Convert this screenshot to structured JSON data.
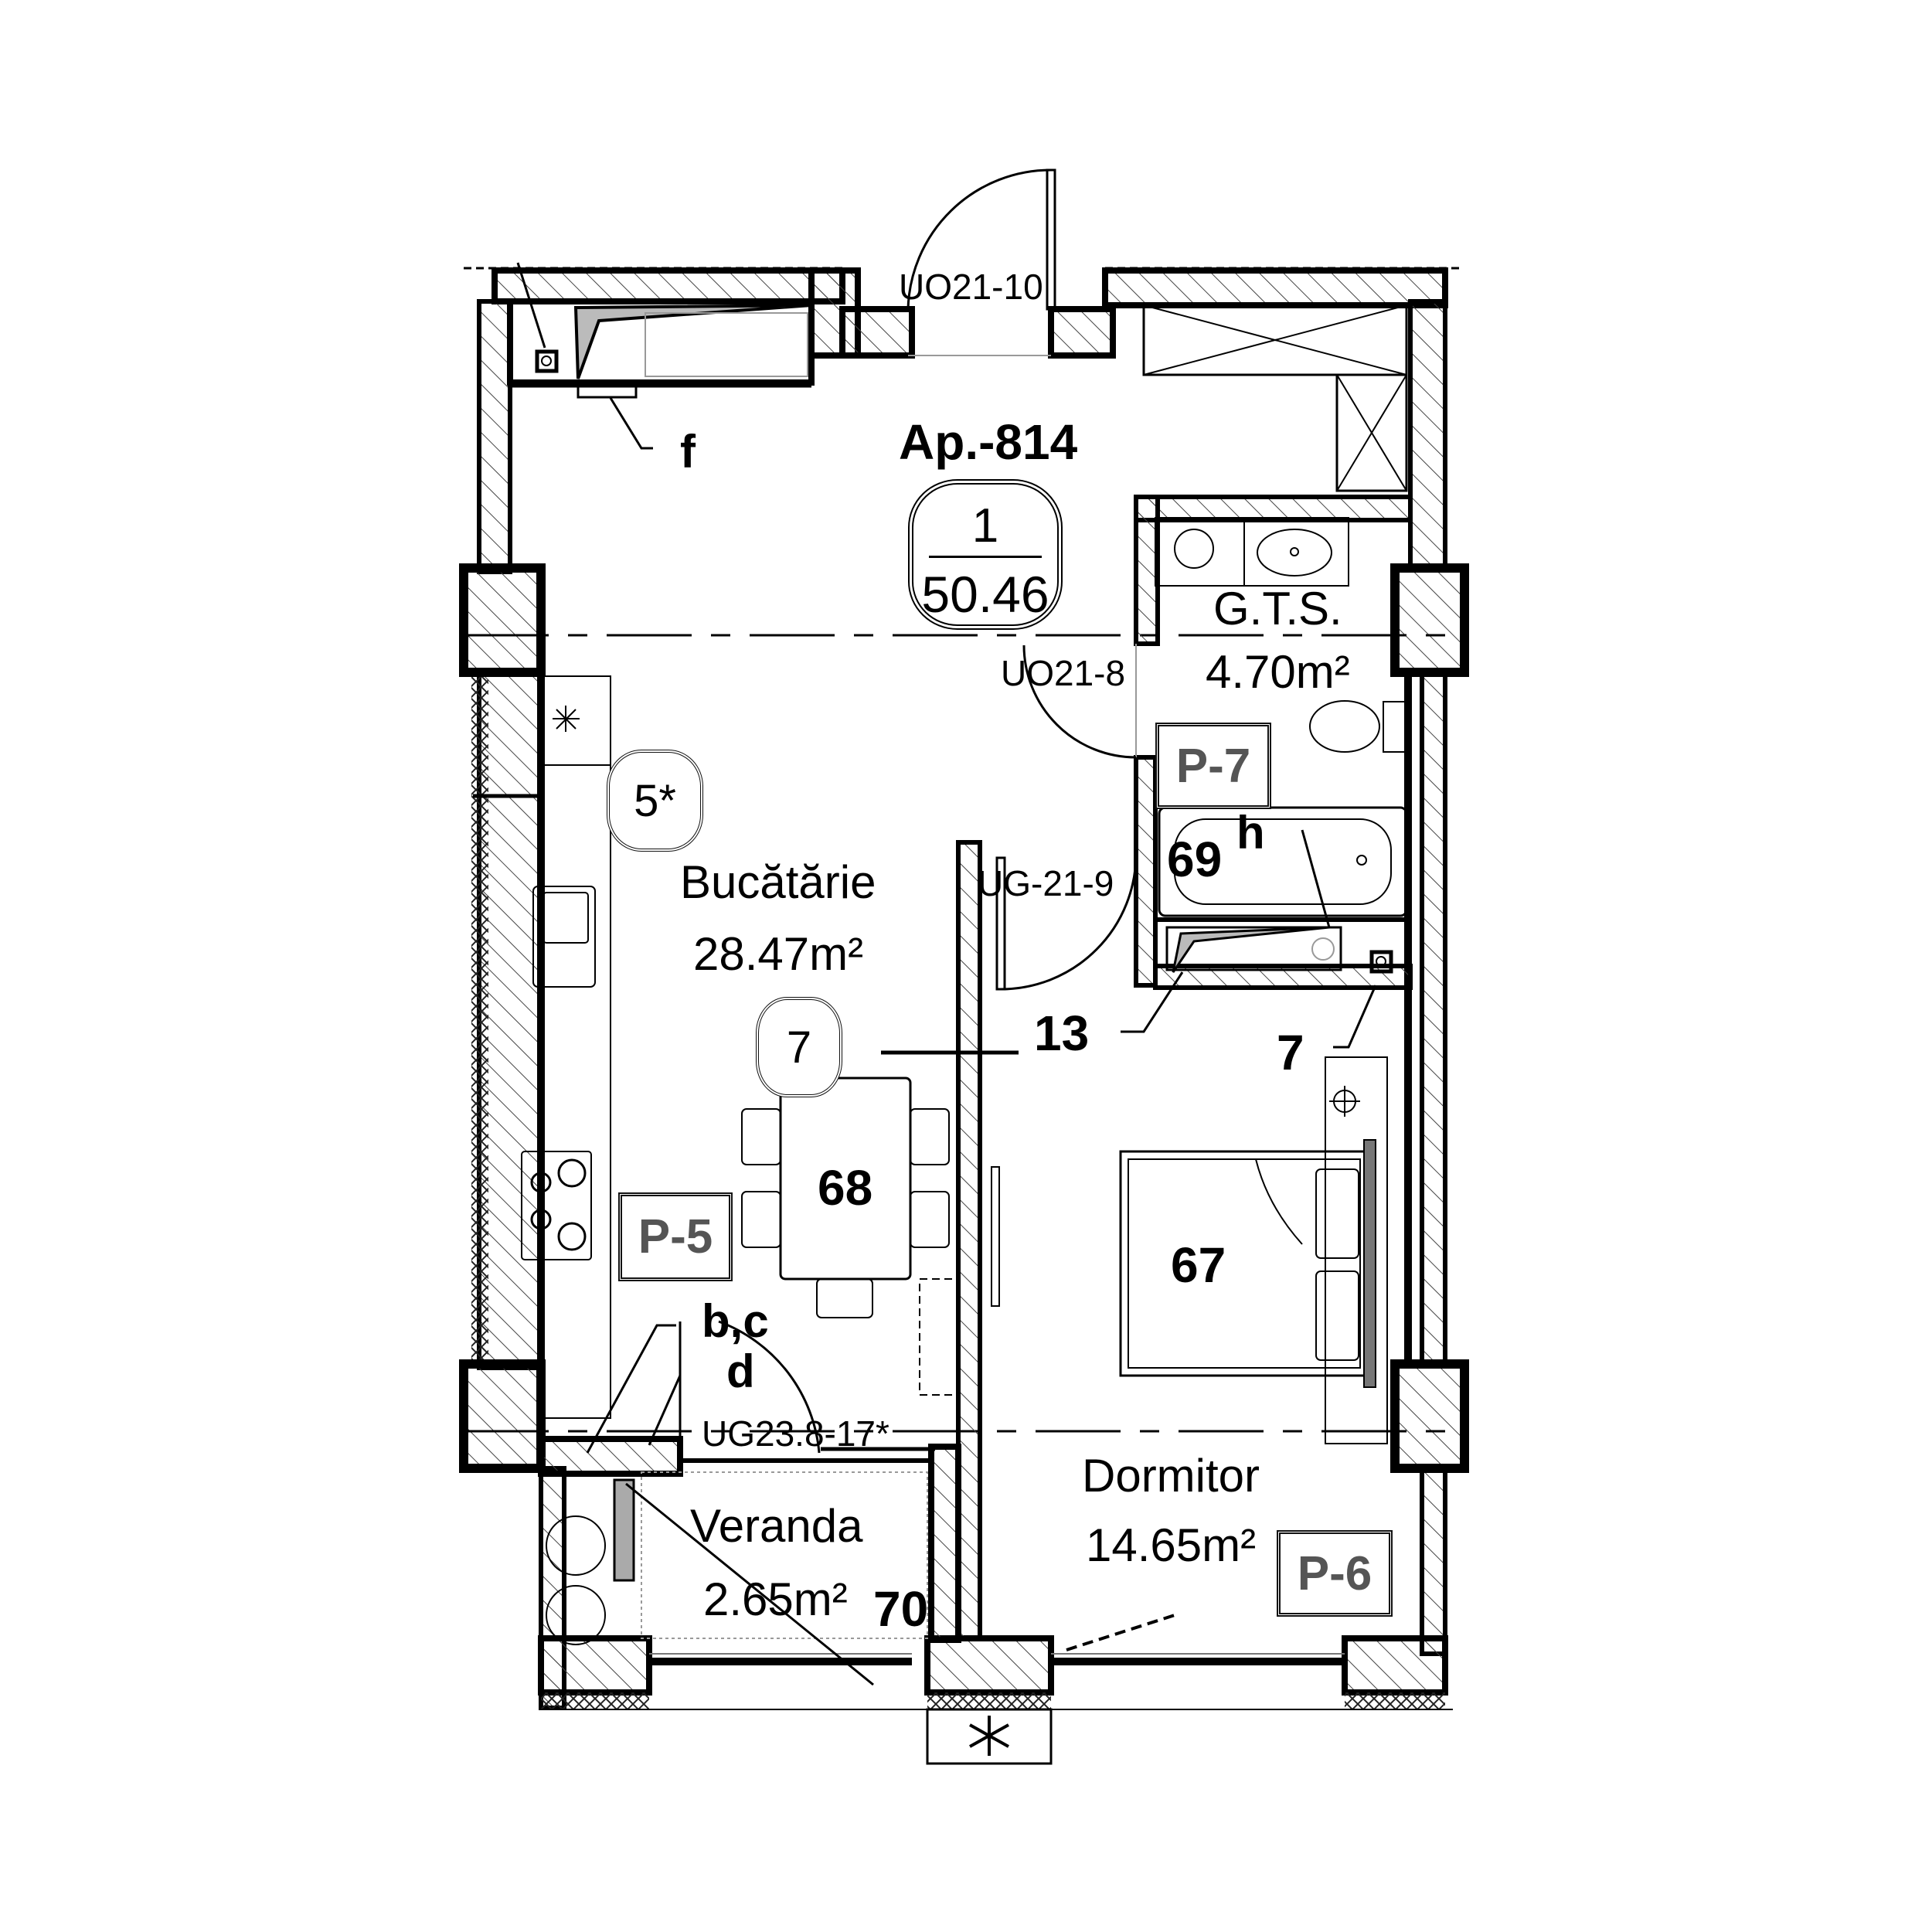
{
  "plan": {
    "apartment": {
      "title": "Ap.-814",
      "rooms_count": "1",
      "total_area": "50.46"
    },
    "rooms": [
      {
        "id": "kitchen",
        "name": "Bucătărie",
        "area": "28.47m²",
        "tag": "P-5"
      },
      {
        "id": "bathroom",
        "name": "G.T.S.",
        "area": "4.70m²",
        "tag": "P-7"
      },
      {
        "id": "bedroom",
        "name": "Dormitor",
        "area": "14.65m²",
        "tag": "P-6"
      },
      {
        "id": "veranda",
        "name": "Veranda",
        "area": "2.65m²"
      }
    ],
    "doors": [
      {
        "id": "entrance",
        "tag": "UO21-10"
      },
      {
        "id": "bathroom-door",
        "tag": "UO21-8"
      },
      {
        "id": "bedroom-door",
        "tag": "UG-21-9"
      },
      {
        "id": "veranda-door",
        "tag": "UG23.8-17*"
      }
    ],
    "bubbles": [
      {
        "id": "bubble-5",
        "text": "5*"
      },
      {
        "id": "bubble-7",
        "text": "7"
      }
    ],
    "annotations": [
      {
        "id": "note-f",
        "text": "f"
      },
      {
        "id": "note-h",
        "text": "h"
      },
      {
        "id": "note-bc",
        "text": "b,c"
      },
      {
        "id": "note-d",
        "text": "d"
      },
      {
        "id": "note-13",
        "text": "13"
      },
      {
        "id": "note-7",
        "text": "7"
      }
    ],
    "furniture_numbers": [
      {
        "id": "dining-table",
        "text": "68"
      },
      {
        "id": "bed",
        "text": "67"
      },
      {
        "id": "bathtub",
        "text": "69"
      },
      {
        "id": "veranda-item",
        "text": "70"
      }
    ],
    "colors": {
      "wall": "#000000",
      "hatch": "#555555",
      "tag_text": "#555555",
      "fill_grey": "#b0b0b0"
    }
  }
}
